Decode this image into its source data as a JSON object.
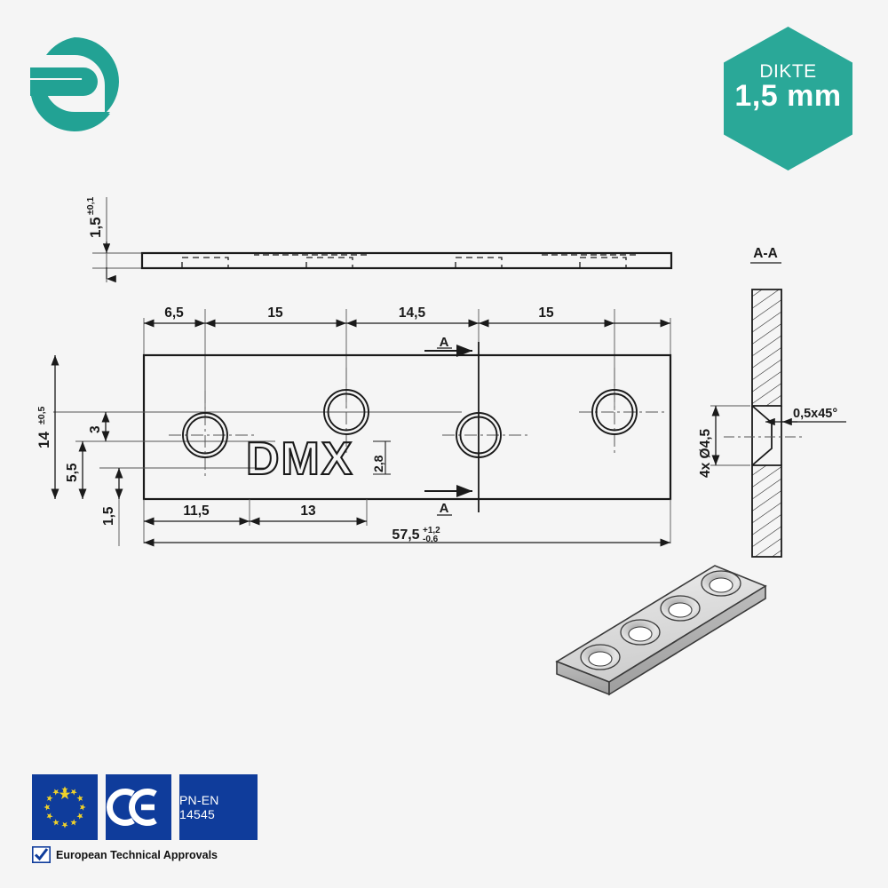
{
  "logo": {
    "name": "dmx-logo",
    "color": "#22a294"
  },
  "thickness_badge": {
    "name": "dikte-badge",
    "title": "DIKTE",
    "value": "1,5 mm",
    "bg_color": "#2aa898",
    "text_color": "#ffffff"
  },
  "drawing": {
    "line_color": "#1a1a1a",
    "thin_color": "#555555",
    "brand_text": "DMX",
    "section_label": "A-A",
    "section_marks": {
      "top": "A",
      "bottom": "A"
    },
    "side_view": {
      "thickness_label": "1,5",
      "thickness_tolerance": "±0,1"
    },
    "top_dimensions": [
      "6,5",
      "15",
      "14,5",
      "15"
    ],
    "bottom_dimensions": [
      "11,5",
      "13"
    ],
    "overall_length": {
      "value": "57,5",
      "tolerance_upper": "+1,2",
      "tolerance_lower": "-0,6"
    },
    "left_dimensions": [
      {
        "value": "14",
        "tolerance": "±0,5"
      },
      {
        "value": "3",
        "tolerance": ""
      },
      {
        "value": "5,5",
        "tolerance": ""
      },
      {
        "value": "1,5",
        "tolerance": ""
      }
    ],
    "engrave_height": "2,8",
    "section_dimensions": {
      "hole_spec": "4x Ø4,5",
      "chamfer": "0,5x45°"
    }
  },
  "certifications": {
    "eu_flag": {
      "name": "eu-flag",
      "stars": 12,
      "bg": "#0f3c9b",
      "star_color": "#f0d22a"
    },
    "ce_mark": {
      "name": "ce-mark",
      "label": "CE"
    },
    "standard": {
      "label": "PN-EN 14545"
    },
    "approval_text": "European Technical Approvals"
  }
}
